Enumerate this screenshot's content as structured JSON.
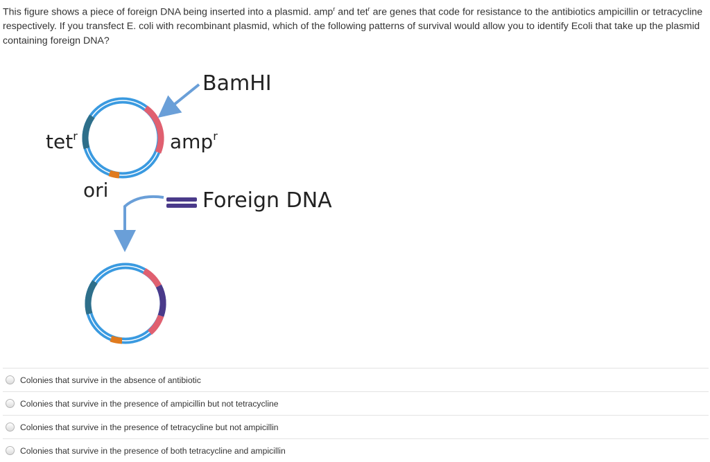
{
  "question": {
    "part1": "This figure shows a piece of foreign DNA being inserted into a plasmid. amp",
    "sup1": "r",
    "part2": " and tet",
    "sup2": "r",
    "part3": " are genes that code for resistance to the antibiotics ampicillin or tetracycline respectively. If you transfect E. coli with recombinant plasmid, which of the following patterns of survival would allow you to identify Ecoli that take up the plasmid containing foreign DNA?"
  },
  "figure": {
    "label_bamhi": "BamHI",
    "label_tet": "tet",
    "label_tet_sup": "r",
    "label_amp": "amp",
    "label_amp_sup": "r",
    "label_ori": "ori",
    "label_foreign": "Foreign DNA",
    "colors": {
      "backbone": "#3a9ae0",
      "tet": "#2e6f8a",
      "amp": "#e06070",
      "ori": "#e07b1f",
      "foreign": "#4a3a8a",
      "arrow": "#6a9fd8"
    }
  },
  "options": [
    {
      "label": "Colonies that survive in the absence of antibiotic"
    },
    {
      "label": "Colonies that survive in the presence of ampicillin but not tetracycline"
    },
    {
      "label": "Colonies that survive in the presence of tetracycline but not ampicillin"
    },
    {
      "label": "Colonies that survive in the presence of both tetracycline and ampicillin"
    }
  ]
}
